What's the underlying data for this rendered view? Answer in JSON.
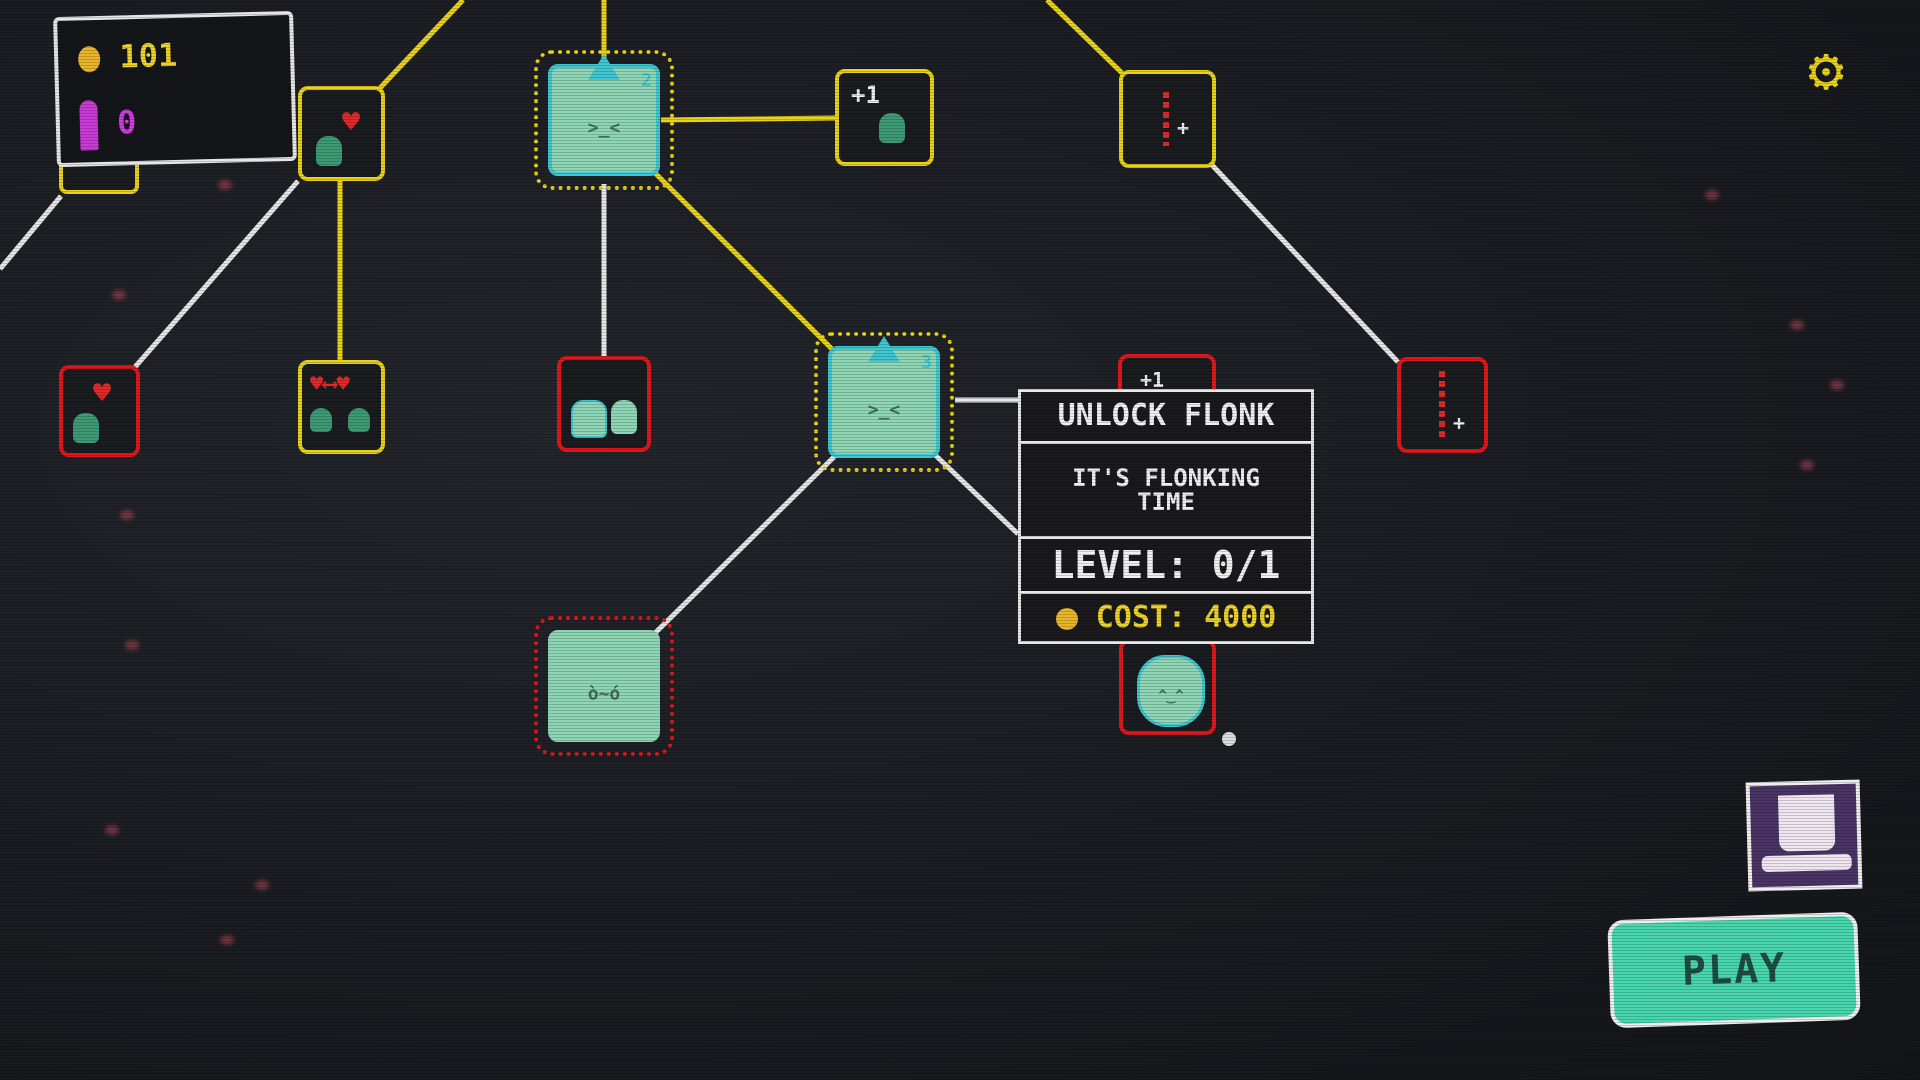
{
  "stats": {
    "coins": "101",
    "gems": "0",
    "coin_icon": "coin-icon",
    "gem_icon": "pink-trophy-icon"
  },
  "nodes": {
    "extra_slime_label": "+1",
    "hidden_node_label": "+1",
    "ornate_top_number": "2",
    "ornate_mid_number": "3"
  },
  "tooltip": {
    "title": "UNLOCK FLONK",
    "description": "IT'S FLONKING TIME",
    "level": "LEVEL: 0/1",
    "cost": "COST: 4000"
  },
  "buttons": {
    "play": "PLAY",
    "settings_icon": "gear-icon",
    "hat_icon": "top-hat-icon"
  },
  "colors": {
    "unlocked": "#e8d21c",
    "locked": "#e0181c",
    "coin": "#e9b52a",
    "gem": "#c93ad6",
    "play": "#48d6ae"
  }
}
